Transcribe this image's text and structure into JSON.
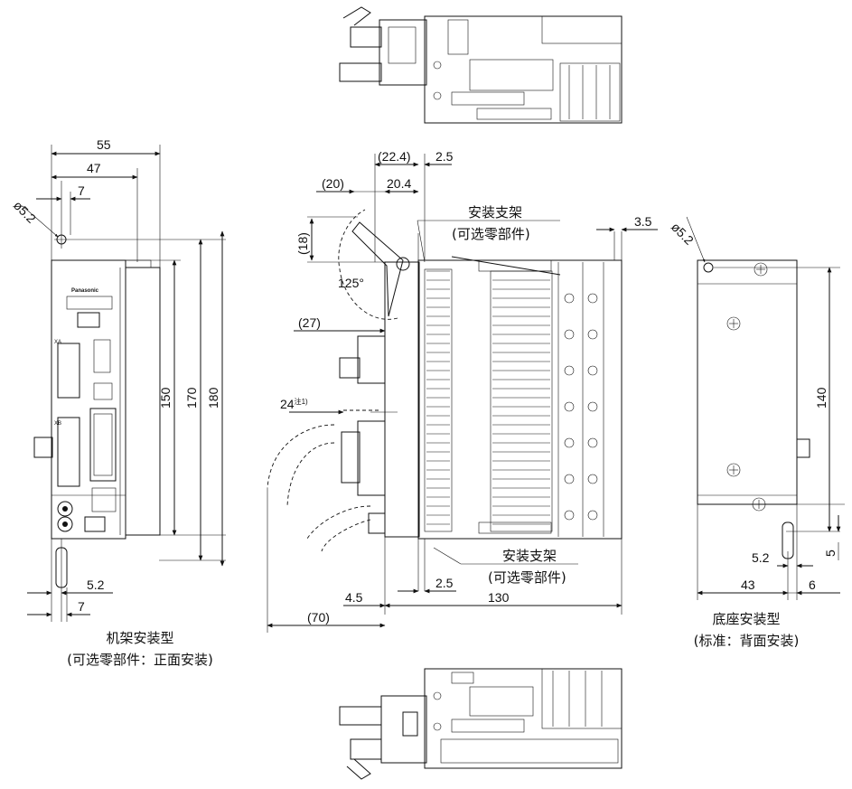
{
  "front_view": {
    "dims": {
      "width_55": "55",
      "width_47": "47",
      "offset_7_top": "7",
      "hole_dia": "ø5.2",
      "height_150": "150",
      "height_170": "170",
      "height_180": "180",
      "bottom_5_2": "5.2",
      "bottom_7": "7"
    },
    "brand": "Panasonic",
    "connector_labels": {
      "xa": "XA",
      "xb": "XB"
    },
    "caption_line1": "机架安装型",
    "caption_line2": "(可选零部件：正面安装)"
  },
  "side_view": {
    "dims": {
      "top_22_4": "(22.4)",
      "top_2_5": "2.5",
      "top_20": "(20)",
      "top_20_4": "20.4",
      "left_18": "(18)",
      "angle": "125°",
      "left_27": "(27)",
      "note_24": "24",
      "note_marker": "注1)",
      "right_3_5": "3.5",
      "bottom_4_5": "4.5",
      "bottom_2_5": "2.5",
      "bottom_70": "(70)",
      "depth_130": "130"
    },
    "bracket_top_line1": "安装支架",
    "bracket_top_line2": "(可选零部件)",
    "bracket_bottom_line1": "安装支架",
    "bracket_bottom_line2": "(可选零部件)"
  },
  "back_view": {
    "dims": {
      "hole_dia": "ø5.2",
      "height_140": "140",
      "right_5": "5",
      "bottom_5_2": "5.2",
      "bottom_43": "43",
      "bottom_6": "6"
    },
    "caption_line1": "底座安装型",
    "caption_line2": "(标准：背面安装)"
  }
}
